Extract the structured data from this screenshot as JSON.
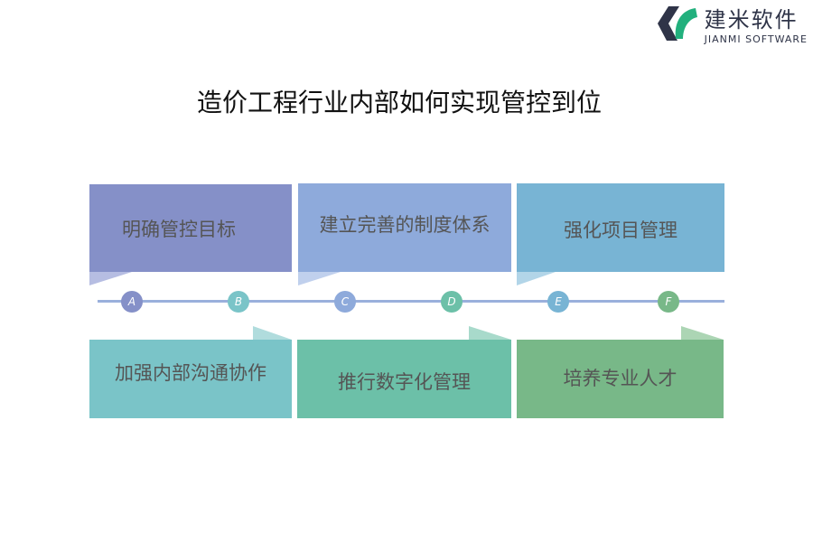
{
  "logo": {
    "name_cn": "建米软件",
    "name_en": "JIANMI SOFTWARE"
  },
  "title": "造价工程行业内部如何实现管控到位",
  "steps": [
    {
      "letter": "A",
      "label": "明确管控目标",
      "color": "#8590c8",
      "tail": "#b6bde2"
    },
    {
      "letter": "B",
      "label": "加强内部沟通协作",
      "color": "#7ac4c8",
      "tail": "#b0dcdd"
    },
    {
      "letter": "C",
      "label": "建立完善的制度体系",
      "color": "#8eaadb",
      "tail": "#c0d0ed"
    },
    {
      "letter": "D",
      "label": "推行数字化管理",
      "color": "#6cc0a8",
      "tail": "#a8dacb"
    },
    {
      "letter": "E",
      "label": "强化项目管理",
      "color": "#78b4d4",
      "tail": "#b2d5e8"
    },
    {
      "letter": "F",
      "label": "培养专业人才",
      "color": "#78b888",
      "tail": "#acd5b4"
    }
  ]
}
